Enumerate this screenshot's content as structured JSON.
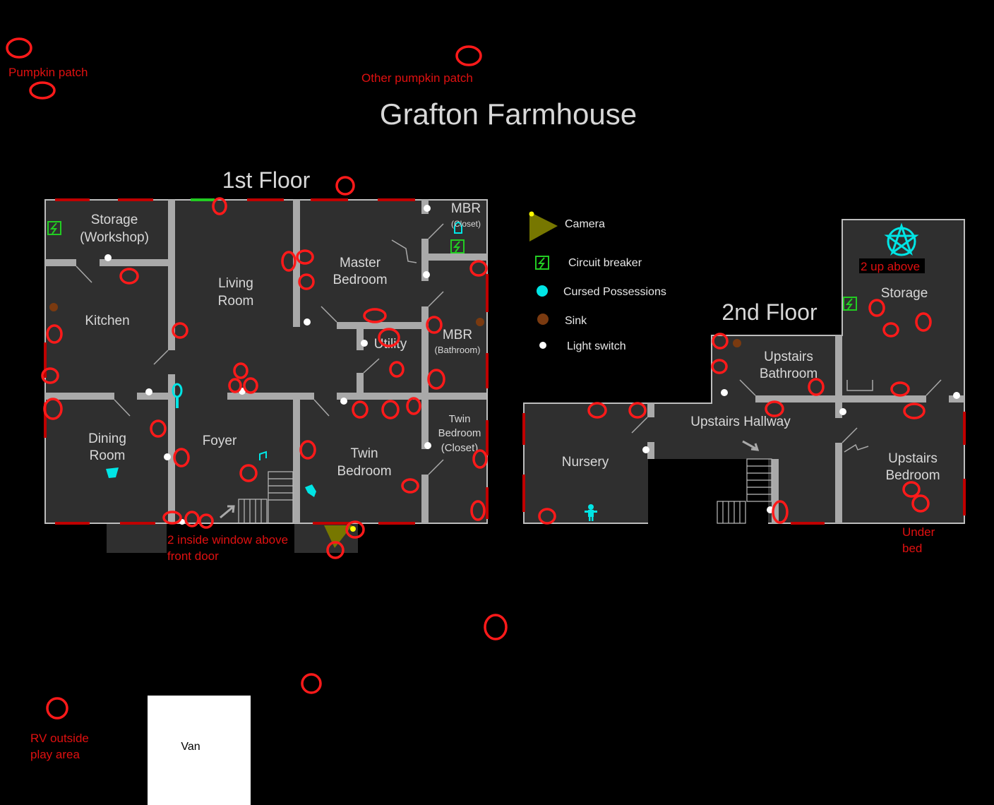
{
  "title": "Grafton Farmhouse",
  "floors": {
    "first": "1st Floor",
    "second": "2nd Floor"
  },
  "rooms": {
    "storage_workshop": [
      "Storage",
      "(Workshop)"
    ],
    "kitchen": "Kitchen",
    "living_room": [
      "Living",
      "Room"
    ],
    "master_bedroom": [
      "Master",
      "Bedroom"
    ],
    "mbr_closet": [
      "MBR",
      "(Closet)"
    ],
    "mbr_bathroom": [
      "MBR",
      "(Bathroom)"
    ],
    "utility": "Utility",
    "dining_room": [
      "Dining",
      "Room"
    ],
    "foyer": "Foyer",
    "twin_bedroom": [
      "Twin",
      "Bedroom"
    ],
    "twin_bedroom_closet": [
      "Twin",
      "Bedroom",
      "(Closet)"
    ],
    "upstairs_bathroom": [
      "Upstairs",
      "Bathroom"
    ],
    "storage_up": "Storage",
    "upstairs_hallway": "Upstairs Hallway",
    "nursery": "Nursery",
    "upstairs_bedroom": [
      "Upstairs",
      "Bedroom"
    ]
  },
  "legend": [
    {
      "icon": "camera-icon",
      "label": "Camera"
    },
    {
      "icon": "circuit-breaker-icon",
      "label": "Circuit breaker"
    },
    {
      "icon": "cursed-possessions-icon",
      "label": "Cursed Possessions"
    },
    {
      "icon": "sink-icon",
      "label": "Sink"
    },
    {
      "icon": "light-switch-icon",
      "label": "Light switch"
    }
  ],
  "notes": {
    "pumpkin_patch": "Pumpkin patch",
    "other_pumpkin_patch": "Other pumpkin patch",
    "front_door": [
      "2 inside window above",
      "front door"
    ],
    "up_above": "2 up above",
    "under_bed": [
      "Under",
      "bed"
    ],
    "rv": [
      "RV outside",
      "play area"
    ]
  },
  "van": "Van",
  "colors": {
    "background": "#000000",
    "floor": "#2f2f2f",
    "wall": "#a9a9a9",
    "marker": "#ff1a1a",
    "window": "#c00000",
    "cursed": "#00e5e5",
    "breaker": "#22cc22",
    "sink": "#7a3a10",
    "camera": "#777700"
  }
}
